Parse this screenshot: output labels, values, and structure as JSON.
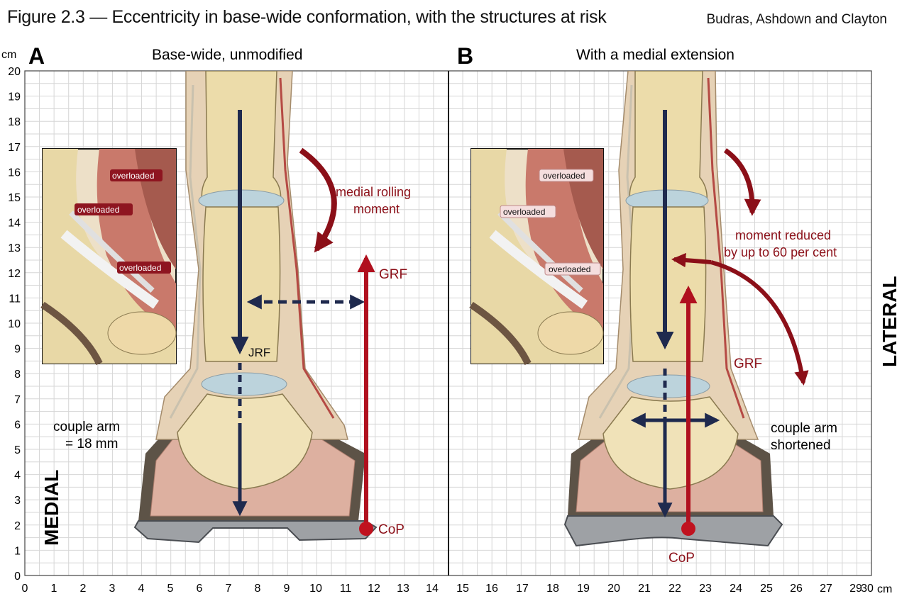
{
  "header": {
    "title": "Figure 2.3 — Eccentricity in base-wide conformation, with the structures at risk",
    "credit": "Budras, Ashdown and Clayton"
  },
  "axes": {
    "unit_left": "cm",
    "unit_bottom": "cm",
    "y_ticks": [
      "0",
      "1",
      "2",
      "3",
      "4",
      "5",
      "6",
      "7",
      "8",
      "9",
      "10",
      "11",
      "12",
      "13",
      "14",
      "15",
      "16",
      "17",
      "18",
      "19",
      "20"
    ],
    "x_ticks": [
      "0",
      "1",
      "2",
      "3",
      "4",
      "5",
      "6",
      "7",
      "8",
      "9",
      "10",
      "11",
      "12",
      "13",
      "14",
      "15",
      "16",
      "17",
      "18",
      "19",
      "20",
      "21",
      "22",
      "23",
      "24",
      "25",
      "26",
      "27",
      "29",
      "30"
    ]
  },
  "panel_a": {
    "letter": "A",
    "heading": "Base-wide, unmodified",
    "side_label": "MEDIAL",
    "inset_tags": [
      "overloaded",
      "overloaded",
      "overloaded"
    ],
    "rolling_label_1": "medial rolling",
    "rolling_label_2": "moment",
    "grf": "GRF",
    "jrf": "JRF",
    "cop": "CoP",
    "couple_1": "couple arm",
    "couple_2": "= 18 mm"
  },
  "panel_b": {
    "letter": "B",
    "heading": "With a medial extension",
    "side_label": "LATERAL",
    "inset_tags": [
      "overloaded",
      "overloaded",
      "overloaded"
    ],
    "moment_1": "moment reduced",
    "moment_2": "by up to 60 per cent",
    "grf": "GRF",
    "cop": "CoP",
    "couple_1": "couple arm",
    "couple_2": "shortened"
  },
  "colors": {
    "bone": "#ecdcaa",
    "bone_edge": "#8a7a50",
    "cartilage": "#bcd3dc",
    "hoof": "#ddb0a0",
    "hoof_wall": "#5d5347",
    "shoe": "#9ea1a5",
    "force_red": "#b0101e",
    "force_navy": "#1f2a4e",
    "grid": "#d6d6d6"
  }
}
